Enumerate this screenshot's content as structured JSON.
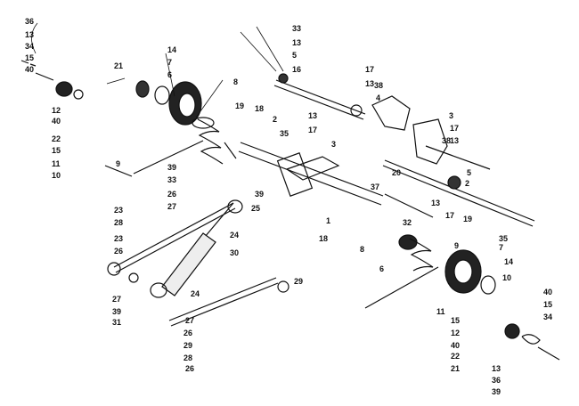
{
  "diagram": {
    "type": "exploded-parts-diagram",
    "line_color": "#111111",
    "background": "#ffffff",
    "callouts": [
      "36",
      "13",
      "34",
      "15",
      "40",
      "21",
      "12",
      "40",
      "22",
      "15",
      "11",
      "10",
      "14",
      "7",
      "6",
      "8",
      "19",
      "18",
      "2",
      "35",
      "9",
      "39",
      "33",
      "26",
      "27",
      "23",
      "28",
      "23",
      "26",
      "27",
      "39",
      "31",
      "25",
      "39",
      "24",
      "30",
      "1",
      "18",
      "33",
      "13",
      "5",
      "16",
      "17",
      "13",
      "38",
      "4",
      "13",
      "17",
      "3",
      "3",
      "17",
      "13",
      "38",
      "5",
      "2",
      "20",
      "37",
      "13",
      "17",
      "19",
      "32",
      "35",
      "8",
      "9",
      "6",
      "7",
      "14",
      "10",
      "11",
      "15",
      "12",
      "40",
      "22",
      "21",
      "40",
      "15",
      "34",
      "13",
      "36",
      "39",
      "24",
      "27",
      "26",
      "29",
      "28",
      "26",
      "29"
    ]
  }
}
